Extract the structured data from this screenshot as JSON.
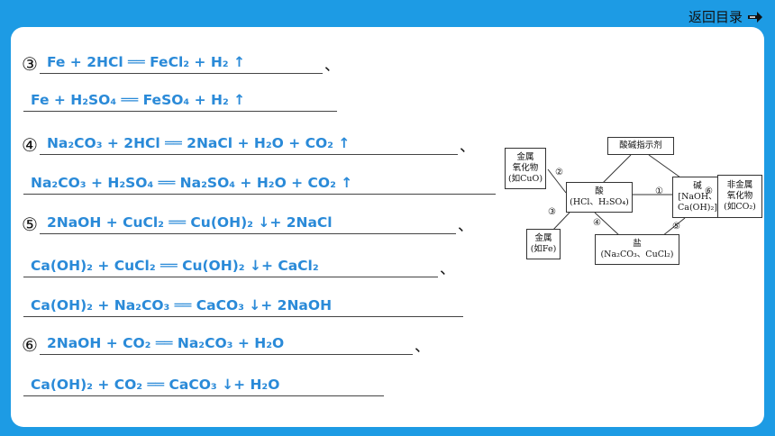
{
  "nav": {
    "back_label": "返回目录",
    "icon": "return-arrow-icon"
  },
  "equations": [
    {
      "num": "③",
      "text": "Fe + 2HCl ══ FeCl₂ + H₂ ↑",
      "tail": "、"
    },
    {
      "num": "",
      "text": "Fe + H₂SO₄ ══ FeSO₄ + H₂ ↑",
      "tail": ""
    },
    {
      "num": "④",
      "text": "Na₂CO₃ + 2HCl ══ 2NaCl + H₂O + CO₂ ↑",
      "tail": "、"
    },
    {
      "num": "",
      "text": "Na₂CO₃ + H₂SO₄ ══ Na₂SO₄ + H₂O + CO₂ ↑",
      "tail": ""
    },
    {
      "num": "⑤",
      "text": "2NaOH + CuCl₂ ══ Cu(OH)₂ ↓+ 2NaCl",
      "tail": "、"
    },
    {
      "num": "",
      "text": "Ca(OH)₂ + CuCl₂ ══ Cu(OH)₂ ↓+ CaCl₂",
      "tail": "、"
    },
    {
      "num": "",
      "text": "Ca(OH)₂ + Na₂CO₃ ══ CaCO₃ ↓+ 2NaOH",
      "tail": ""
    },
    {
      "num": "⑥",
      "text": "2NaOH + CO₂ ══ Na₂CO₃ + H₂O",
      "tail": "、"
    },
    {
      "num": "",
      "text": "Ca(OH)₂ + CO₂ ══ CaCO₃ ↓+ H₂O",
      "tail": ""
    }
  ],
  "diagram": {
    "indicator": "酸碱指示剂",
    "metal_oxide": [
      "金属",
      "氧化物",
      "(如CuO)"
    ],
    "acid": [
      "酸",
      "(HCl、H₂SO₄)"
    ],
    "base": [
      "碱",
      "[NaOH、",
      "Ca(OH)₂]"
    ],
    "nonmetal_oxide": [
      "非金属",
      "氧化物",
      "(如CO₂)"
    ],
    "metal": [
      "金属",
      "(如Fe)"
    ],
    "salt": [
      "盐",
      "(Na₂CO₃、CuCl₂)"
    ],
    "markers": [
      "①",
      "②",
      "③",
      "④",
      "⑤",
      "⑥"
    ]
  }
}
